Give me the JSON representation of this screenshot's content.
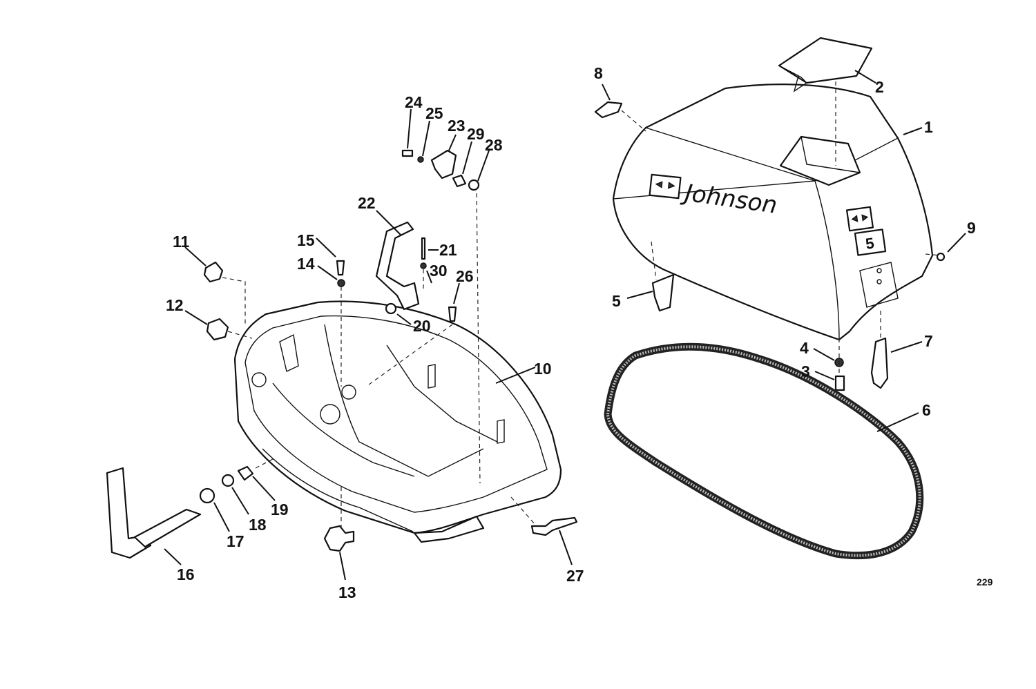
{
  "diagram": {
    "reference_number": "229",
    "brand_text": "Johnson",
    "decal_text": "5",
    "callouts": [
      {
        "id": "1",
        "label": "1"
      },
      {
        "id": "2",
        "label": "2"
      },
      {
        "id": "3",
        "label": "3"
      },
      {
        "id": "4",
        "label": "4"
      },
      {
        "id": "5",
        "label": "5"
      },
      {
        "id": "6",
        "label": "6"
      },
      {
        "id": "7",
        "label": "7"
      },
      {
        "id": "8",
        "label": "8"
      },
      {
        "id": "9",
        "label": "9"
      },
      {
        "id": "10",
        "label": "10"
      },
      {
        "id": "11",
        "label": "11"
      },
      {
        "id": "12",
        "label": "12"
      },
      {
        "id": "13",
        "label": "13"
      },
      {
        "id": "14",
        "label": "14"
      },
      {
        "id": "15",
        "label": "15"
      },
      {
        "id": "16",
        "label": "16"
      },
      {
        "id": "17",
        "label": "17"
      },
      {
        "id": "18",
        "label": "18"
      },
      {
        "id": "19",
        "label": "19"
      },
      {
        "id": "20",
        "label": "20"
      },
      {
        "id": "21",
        "label": "21"
      },
      {
        "id": "22",
        "label": "22"
      },
      {
        "id": "23",
        "label": "23"
      },
      {
        "id": "24",
        "label": "24"
      },
      {
        "id": "25",
        "label": "25"
      },
      {
        "id": "26",
        "label": "26"
      },
      {
        "id": "27",
        "label": "27"
      },
      {
        "id": "28",
        "label": "28"
      },
      {
        "id": "29",
        "label": "29"
      },
      {
        "id": "30",
        "label": "30"
      }
    ]
  }
}
